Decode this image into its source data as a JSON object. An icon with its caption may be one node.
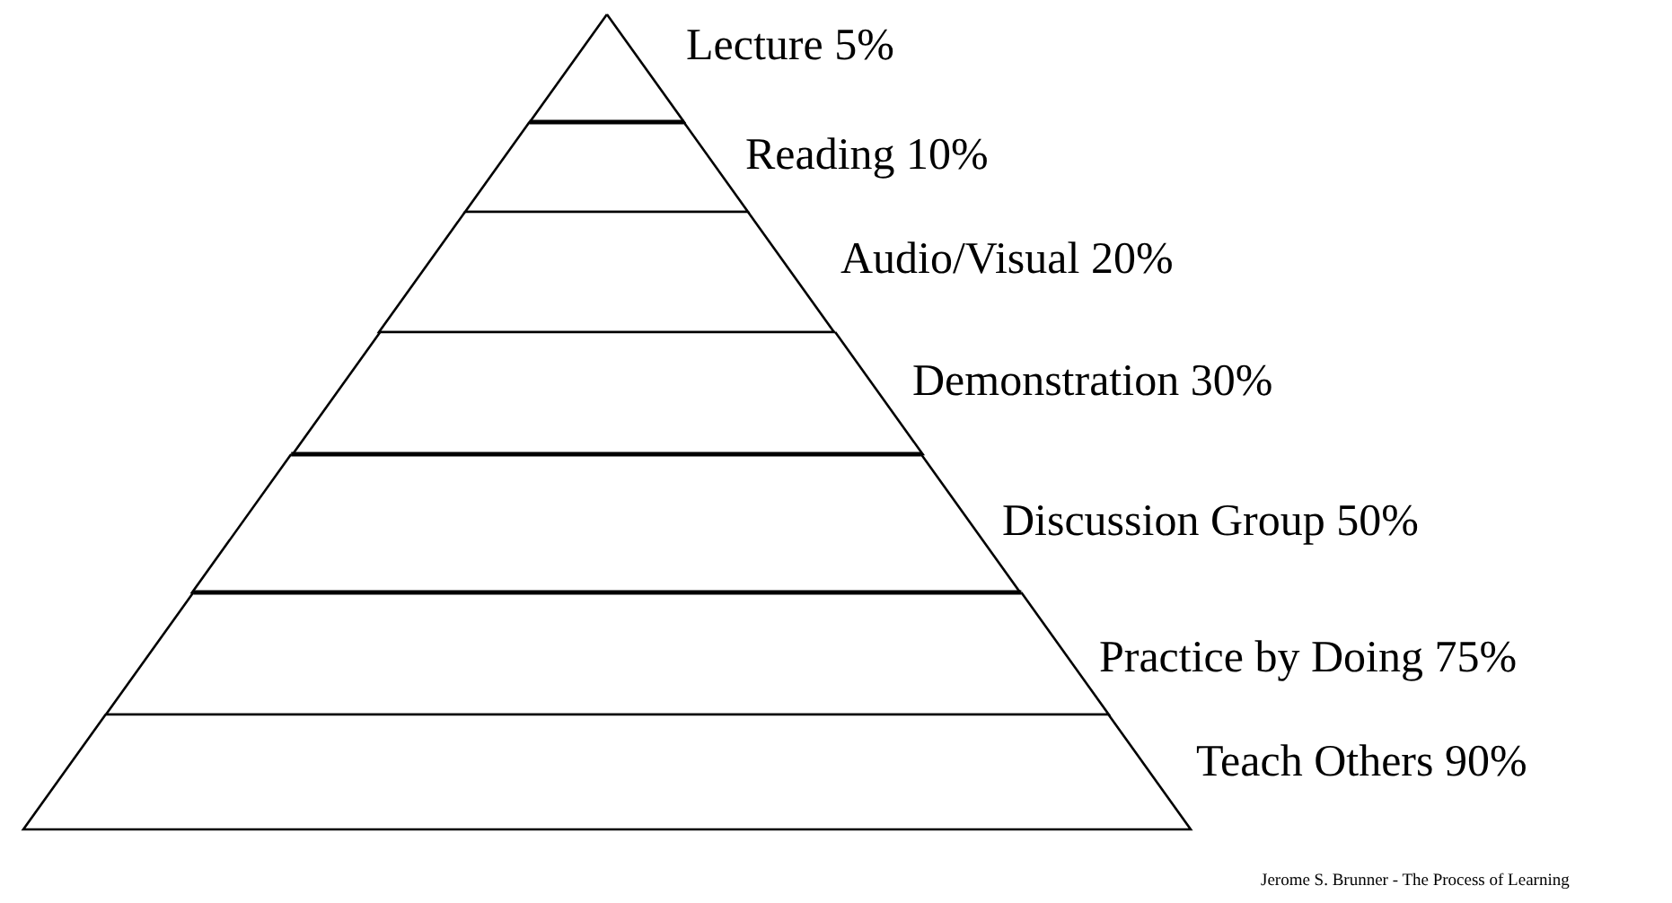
{
  "diagram": {
    "caption": "Jerome S. Brunner - The Process of Learning",
    "nodes": [
      {
        "text": [
          "Lecture 5%"
        ]
      },
      {
        "text": [
          "Reading 10%"
        ]
      },
      {
        "text": [
          "Audio/Visual 20%"
        ]
      },
      {
        "text": [
          "Demonstration 30%"
        ]
      },
      {
        "text": [
          "Discussion Group 50%"
        ]
      },
      {
        "text": [
          "Practice by Doing 75%"
        ]
      },
      {
        "text": [
          "Teach Others 90%"
        ]
      }
    ]
  }
}
